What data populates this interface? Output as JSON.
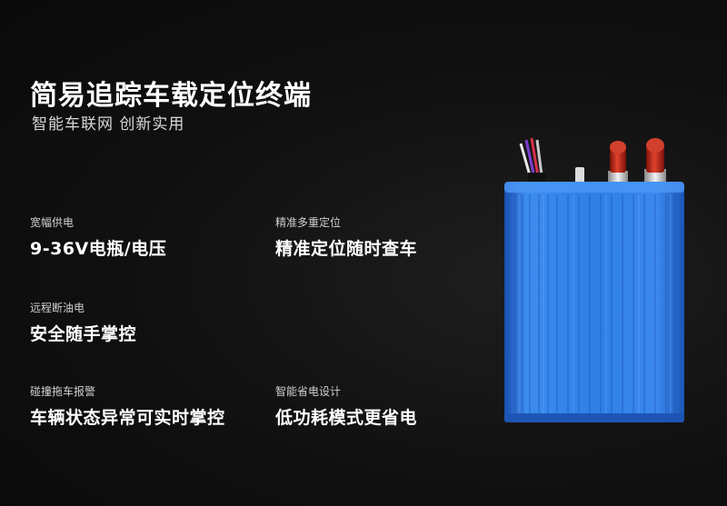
{
  "header": {
    "title": "简易追踪车载定位终端",
    "subtitle": "智能车联网 创新实用"
  },
  "features": [
    {
      "label": "宽幅供电",
      "value": "9-36V电瓶/电压"
    },
    {
      "label": "精准多重定位",
      "value": "精准定位随时查车"
    },
    {
      "label": "远程断油电",
      "value": "安全随手掌控"
    },
    {
      "label": "碰撞拖车报警",
      "value": "车辆状态异常可实时掌控"
    },
    {
      "label": "智能省电设计",
      "value": "低功耗模式更省电"
    }
  ],
  "colors": {
    "background": "#101010",
    "device_blue": "#2f7fe6",
    "antenna_red": "#c8301f"
  }
}
